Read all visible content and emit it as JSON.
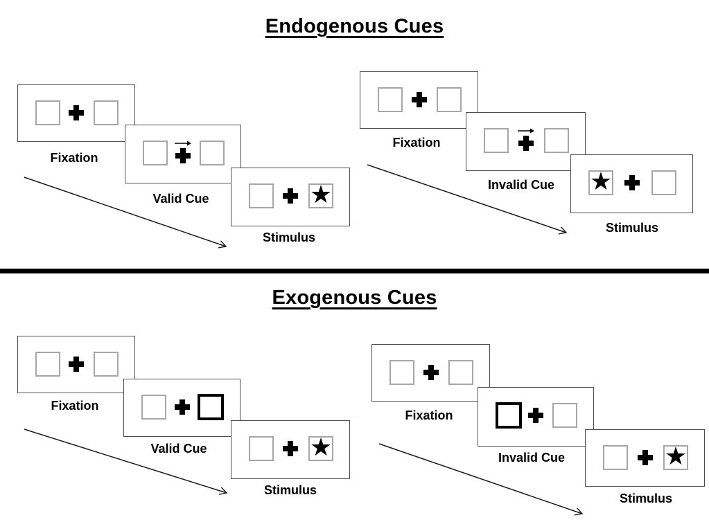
{
  "sections": [
    {
      "title": "Endogenous Cues",
      "groups": [
        {
          "name": "valid-trial",
          "panels": [
            {
              "label": "Fixation",
              "type": "fixation"
            },
            {
              "label": "Valid Cue",
              "type": "arrow-cue",
              "arrow_direction": "right"
            },
            {
              "label": "Stimulus",
              "type": "stimulus",
              "star_side": "right"
            }
          ]
        },
        {
          "name": "invalid-trial",
          "panels": [
            {
              "label": "Fixation",
              "type": "fixation"
            },
            {
              "label": "Invalid Cue",
              "type": "arrow-cue",
              "arrow_direction": "right"
            },
            {
              "label": "Stimulus",
              "type": "stimulus",
              "star_side": "left"
            }
          ]
        }
      ]
    },
    {
      "title": "Exogenous Cues",
      "groups": [
        {
          "name": "valid-trial",
          "panels": [
            {
              "label": "Fixation",
              "type": "fixation"
            },
            {
              "label": "Valid Cue",
              "type": "brightened-box-cue",
              "thick_side": "right"
            },
            {
              "label": "Stimulus",
              "type": "stimulus",
              "star_side": "right"
            }
          ]
        },
        {
          "name": "invalid-trial",
          "panels": [
            {
              "label": "Fixation",
              "type": "fixation"
            },
            {
              "label": "Invalid Cue",
              "type": "brightened-box-cue",
              "thick_side": "left"
            },
            {
              "label": "Stimulus",
              "type": "stimulus",
              "star_side": "right"
            }
          ]
        }
      ]
    }
  ],
  "icons": {
    "star": "★",
    "plus": "fixation-cross",
    "cue_arrow": "right-arrow"
  },
  "colors": {
    "panel_border": "#4d4d4d",
    "placeholder_border": "#a6a6a6",
    "ink": "#000000",
    "background": "#ffffff"
  }
}
